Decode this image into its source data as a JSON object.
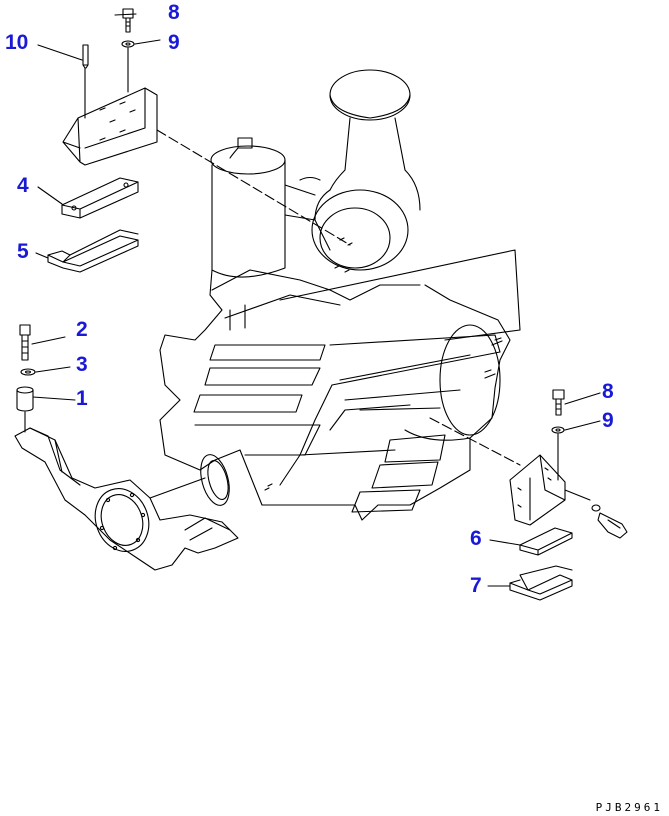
{
  "diagram": {
    "colors": {
      "line": "#000000",
      "callout_text": "#1a1ad6",
      "background": "#ffffff"
    },
    "callouts": [
      {
        "id": "c8-top",
        "label": "8"
      },
      {
        "id": "c9-top",
        "label": "9"
      },
      {
        "id": "c10",
        "label": "10"
      },
      {
        "id": "c4",
        "label": "4"
      },
      {
        "id": "c5",
        "label": "5"
      },
      {
        "id": "c2",
        "label": "2"
      },
      {
        "id": "c3",
        "label": "3"
      },
      {
        "id": "c1",
        "label": "1"
      },
      {
        "id": "c8-right",
        "label": "8"
      },
      {
        "id": "c9-right",
        "label": "9"
      },
      {
        "id": "c6",
        "label": "6"
      },
      {
        "id": "c7",
        "label": "7"
      }
    ],
    "drawing_code": "PJB2961"
  }
}
